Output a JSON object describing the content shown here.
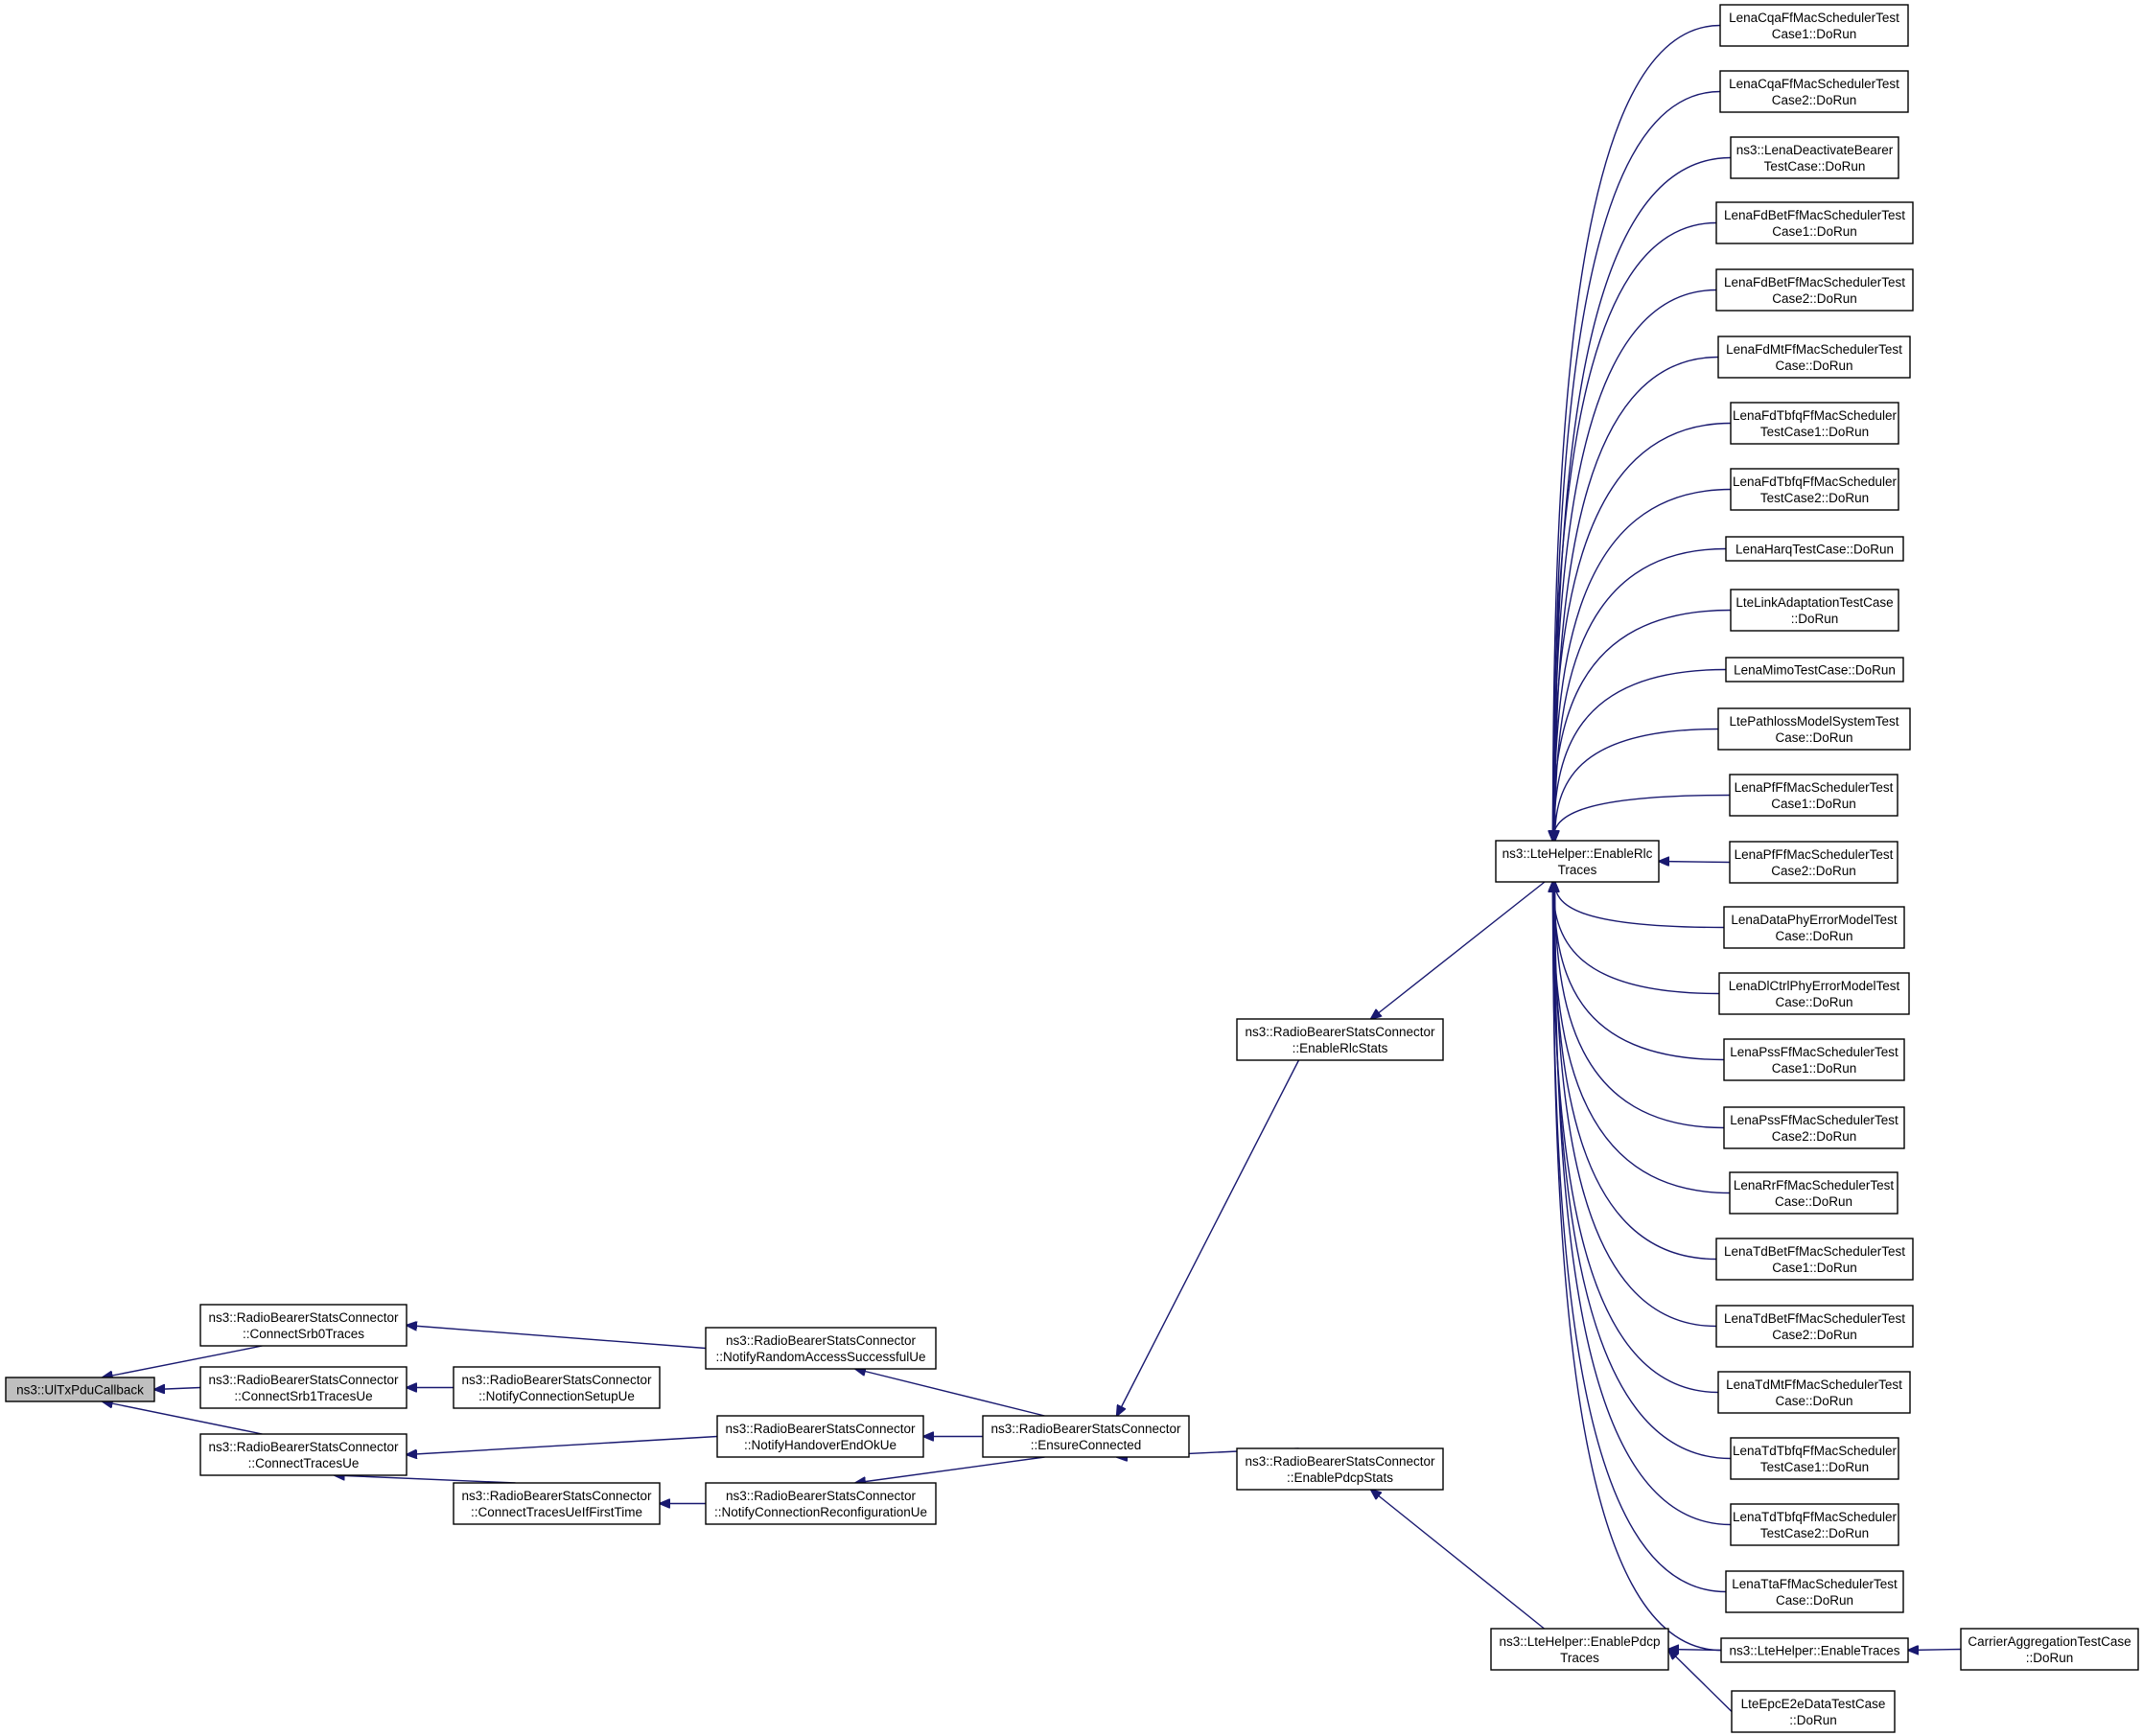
{
  "diagram": {
    "edge_color": "#191970",
    "root_fill": "#bfbfbf",
    "nodes": [
      {
        "id": "root",
        "lines": [
          "ns3::UlTxPduCallback"
        ],
        "root": true
      },
      {
        "id": "srb0",
        "lines": [
          "ns3::RadioBearerStatsConnector",
          "::ConnectSrb0Traces"
        ]
      },
      {
        "id": "srb1",
        "lines": [
          "ns3::RadioBearerStatsConnector",
          "::ConnectSrb1TracesUe"
        ]
      },
      {
        "id": "ctu",
        "lines": [
          "ns3::RadioBearerStatsConnector",
          "::ConnectTracesUe"
        ]
      },
      {
        "id": "ncs",
        "lines": [
          "ns3::RadioBearerStatsConnector",
          "::NotifyConnectionSetupUe"
        ]
      },
      {
        "id": "ctuift",
        "lines": [
          "ns3::RadioBearerStatsConnector",
          "::ConnectTracesUeIfFirstTime"
        ]
      },
      {
        "id": "nras",
        "lines": [
          "ns3::RadioBearerStatsConnector",
          "::NotifyRandomAccessSuccessfulUe"
        ]
      },
      {
        "id": "nheo",
        "lines": [
          "ns3::RadioBearerStatsConnector",
          "::NotifyHandoverEndOkUe"
        ]
      },
      {
        "id": "ncr",
        "lines": [
          "ns3::RadioBearerStatsConnector",
          "::NotifyConnectionReconfigurationUe"
        ]
      },
      {
        "id": "ec",
        "lines": [
          "ns3::RadioBearerStatsConnector",
          "::EnsureConnected"
        ]
      },
      {
        "id": "ers",
        "lines": [
          "ns3::RadioBearerStatsConnector",
          "::EnableRlcStats"
        ]
      },
      {
        "id": "eps",
        "lines": [
          "ns3::RadioBearerStatsConnector",
          "::EnablePdcpStats"
        ]
      },
      {
        "id": "erlc",
        "lines": [
          "ns3::LteHelper::EnableRlc",
          "Traces"
        ]
      },
      {
        "id": "epdcp",
        "lines": [
          "ns3::LteHelper::EnablePdcp",
          "Traces"
        ]
      },
      {
        "id": "et",
        "lines": [
          "ns3::LteHelper::EnableTraces"
        ]
      },
      {
        "id": "e2e",
        "lines": [
          "LteEpcE2eDataTestCase",
          "::DoRun"
        ]
      },
      {
        "id": "catc",
        "lines": [
          "CarrierAggregationTestCase",
          "::DoRun"
        ]
      },
      {
        "id": "t0",
        "lines": [
          "LenaCqaFfMacSchedulerTest",
          "Case1::DoRun"
        ]
      },
      {
        "id": "t1",
        "lines": [
          "LenaCqaFfMacSchedulerTest",
          "Case2::DoRun"
        ]
      },
      {
        "id": "t2",
        "lines": [
          "ns3::LenaDeactivateBearer",
          "TestCase::DoRun"
        ]
      },
      {
        "id": "t3",
        "lines": [
          "LenaFdBetFfMacSchedulerTest",
          "Case1::DoRun"
        ]
      },
      {
        "id": "t4",
        "lines": [
          "LenaFdBetFfMacSchedulerTest",
          "Case2::DoRun"
        ]
      },
      {
        "id": "t5",
        "lines": [
          "LenaFdMtFfMacSchedulerTest",
          "Case::DoRun"
        ]
      },
      {
        "id": "t6",
        "lines": [
          "LenaFdTbfqFfMacScheduler",
          "TestCase1::DoRun"
        ]
      },
      {
        "id": "t7",
        "lines": [
          "LenaFdTbfqFfMacScheduler",
          "TestCase2::DoRun"
        ]
      },
      {
        "id": "t8",
        "lines": [
          "LenaHarqTestCase::DoRun"
        ]
      },
      {
        "id": "t9",
        "lines": [
          "LteLinkAdaptationTestCase",
          "::DoRun"
        ]
      },
      {
        "id": "t10",
        "lines": [
          "LenaMimoTestCase::DoRun"
        ]
      },
      {
        "id": "t11",
        "lines": [
          "LtePathlossModelSystemTest",
          "Case::DoRun"
        ]
      },
      {
        "id": "t12",
        "lines": [
          "LenaPfFfMacSchedulerTest",
          "Case1::DoRun"
        ]
      },
      {
        "id": "t13",
        "lines": [
          "LenaPfFfMacSchedulerTest",
          "Case2::DoRun"
        ]
      },
      {
        "id": "t14",
        "lines": [
          "LenaDataPhyErrorModelTest",
          "Case::DoRun"
        ]
      },
      {
        "id": "t15",
        "lines": [
          "LenaDlCtrlPhyErrorModelTest",
          "Case::DoRun"
        ]
      },
      {
        "id": "t16",
        "lines": [
          "LenaPssFfMacSchedulerTest",
          "Case1::DoRun"
        ]
      },
      {
        "id": "t17",
        "lines": [
          "LenaPssFfMacSchedulerTest",
          "Case2::DoRun"
        ]
      },
      {
        "id": "t18",
        "lines": [
          "LenaRrFfMacSchedulerTest",
          "Case::DoRun"
        ]
      },
      {
        "id": "t19",
        "lines": [
          "LenaTdBetFfMacSchedulerTest",
          "Case1::DoRun"
        ]
      },
      {
        "id": "t20",
        "lines": [
          "LenaTdBetFfMacSchedulerTest",
          "Case2::DoRun"
        ]
      },
      {
        "id": "t21",
        "lines": [
          "LenaTdMtFfMacSchedulerTest",
          "Case::DoRun"
        ]
      },
      {
        "id": "t22",
        "lines": [
          "LenaTdTbfqFfMacScheduler",
          "TestCase1::DoRun"
        ]
      },
      {
        "id": "t23",
        "lines": [
          "LenaTdTbfqFfMacScheduler",
          "TestCase2::DoRun"
        ]
      },
      {
        "id": "t24",
        "lines": [
          "LenaTtaFfMacSchedulerTest",
          "Case::DoRun"
        ]
      }
    ],
    "edges": [
      {
        "from": "srb0",
        "to": "root"
      },
      {
        "from": "srb1",
        "to": "root"
      },
      {
        "from": "ctu",
        "to": "root"
      },
      {
        "from": "ncs",
        "to": "srb1"
      },
      {
        "from": "nras",
        "to": "srb0"
      },
      {
        "from": "nheo",
        "to": "ctu"
      },
      {
        "from": "ctuift",
        "to": "ctu"
      },
      {
        "from": "ncr",
        "to": "ctuift"
      },
      {
        "from": "ec",
        "to": "nras"
      },
      {
        "from": "ec",
        "to": "nheo"
      },
      {
        "from": "ec",
        "to": "ncr"
      },
      {
        "from": "ers",
        "to": "ec"
      },
      {
        "from": "eps",
        "to": "ec"
      },
      {
        "from": "erlc",
        "to": "ers"
      },
      {
        "from": "epdcp",
        "to": "eps"
      },
      {
        "from": "et",
        "to": "epdcp"
      },
      {
        "from": "e2e",
        "to": "epdcp"
      },
      {
        "from": "catc",
        "to": "et"
      },
      {
        "from": "et",
        "to": "erlc"
      },
      {
        "from": "t0",
        "to": "erlc"
      },
      {
        "from": "t1",
        "to": "erlc"
      },
      {
        "from": "t2",
        "to": "erlc"
      },
      {
        "from": "t3",
        "to": "erlc"
      },
      {
        "from": "t4",
        "to": "erlc"
      },
      {
        "from": "t5",
        "to": "erlc"
      },
      {
        "from": "t6",
        "to": "erlc"
      },
      {
        "from": "t7",
        "to": "erlc"
      },
      {
        "from": "t8",
        "to": "erlc"
      },
      {
        "from": "t9",
        "to": "erlc"
      },
      {
        "from": "t10",
        "to": "erlc"
      },
      {
        "from": "t11",
        "to": "erlc"
      },
      {
        "from": "t12",
        "to": "erlc"
      },
      {
        "from": "t13",
        "to": "erlc"
      },
      {
        "from": "t14",
        "to": "erlc"
      },
      {
        "from": "t15",
        "to": "erlc"
      },
      {
        "from": "t16",
        "to": "erlc"
      },
      {
        "from": "t17",
        "to": "erlc"
      },
      {
        "from": "t18",
        "to": "erlc"
      },
      {
        "from": "t19",
        "to": "erlc"
      },
      {
        "from": "t20",
        "to": "erlc"
      },
      {
        "from": "t21",
        "to": "erlc"
      },
      {
        "from": "t22",
        "to": "erlc"
      },
      {
        "from": "t23",
        "to": "erlc"
      },
      {
        "from": "t24",
        "to": "erlc"
      }
    ]
  }
}
